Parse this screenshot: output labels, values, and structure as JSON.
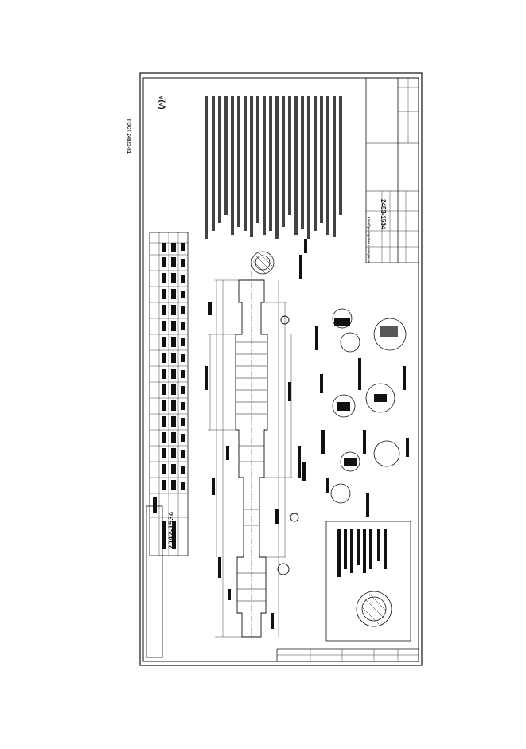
{
  "document": {
    "standard_code": "ГОСТ 24823-81",
    "drawing_number_top": "2042-1534",
    "title_block": {
      "number": "2403-1534",
      "name": "Калибры-пробки шлицевые"
    }
  },
  "colors": {
    "ink": "#111111",
    "paper": "#ffffff"
  }
}
